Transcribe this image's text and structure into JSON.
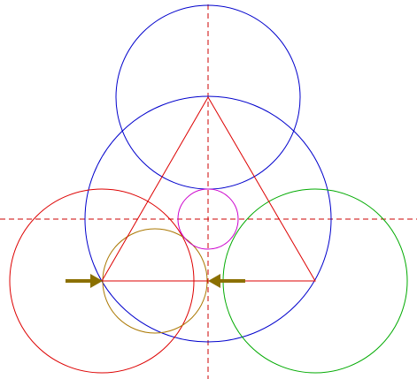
{
  "colors": {
    "background": "#ffffff",
    "axis": "#cc0000",
    "top_circle": "#0000cc",
    "big_circle": "#0000cc",
    "left_circle": "#dd0000",
    "right_circle": "#00aa00",
    "small_circle": "#aa7700",
    "center_circle": "#cc00cc",
    "triangle": "#dd0000",
    "arrows": "#8b7000"
  },
  "elements": {
    "dashed_axes": 2,
    "circles": [
      "top",
      "big",
      "left",
      "right",
      "small",
      "center"
    ],
    "triangle": "equilateral",
    "arrows": [
      "right-pointing",
      "left-pointing"
    ]
  }
}
